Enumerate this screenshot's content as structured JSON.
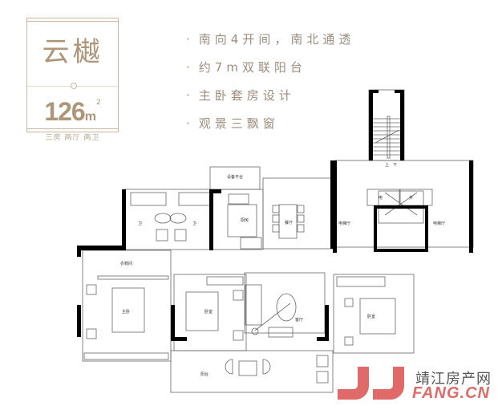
{
  "unit_card": {
    "name": "云樾",
    "area_value": "126",
    "area_unit": "m",
    "area_sup": "2",
    "rooms_summary": "三房 两厅 两卫"
  },
  "features": [
    {
      "bullet": "·",
      "text": "南向4开间，南北通透"
    },
    {
      "bullet": "·",
      "text": "约7m双联阳台"
    },
    {
      "bullet": "·",
      "text": "主卧套房设计"
    },
    {
      "bullet": "·",
      "text": "观景三飘窗"
    }
  ],
  "floor_plan": {
    "stair_labels": {
      "up": "上",
      "down": "下"
    },
    "elevator_labels": [
      "电",
      "井"
    ],
    "elevator_hall_left": "电梯厅",
    "elevator_hall_right": "电梯厅",
    "equipment_platform": "设备平台",
    "room_tags": [
      "卫",
      "卫",
      "厨房",
      "餐厅",
      "衣帽间",
      "主卧",
      "卧室",
      "客厅",
      "卧室",
      "阳台"
    ]
  },
  "watermark": {
    "logo_mark": "JJ",
    "site_name_cn": "靖江房产网",
    "site_domain": "FANG.CN",
    "brand_color": "#e06a6a"
  },
  "colors": {
    "accent": "#ad9679",
    "feature_text": "#9c8e7f",
    "wall": "#000000",
    "line": "#555555"
  }
}
